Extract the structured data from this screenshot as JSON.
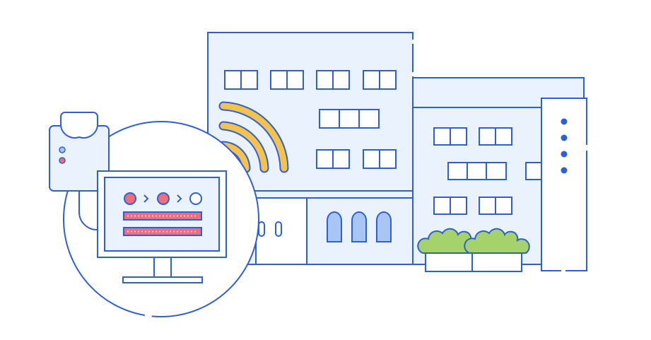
{
  "illustration": {
    "subject": "building-with-wifi-and-monitor",
    "text_present": false
  },
  "palette": {
    "stroke": "#2f5fd6",
    "fill_light": "#eaf2fd",
    "wifi_arc": "#f3c24f",
    "window_arch": "#a9c5f4",
    "shrub": "#a6d26b",
    "status_dot_red": "#ec6f7b",
    "progress_bar": "#ec6f7b",
    "dot_blue": "#2f5fd6"
  },
  "monitor": {
    "steps_total": 3,
    "steps_completed": 2,
    "progress_bars": 2
  },
  "icons": [
    "wifi-icon",
    "router-icon",
    "monitor-icon",
    "building-icon",
    "shrub-icon"
  ]
}
